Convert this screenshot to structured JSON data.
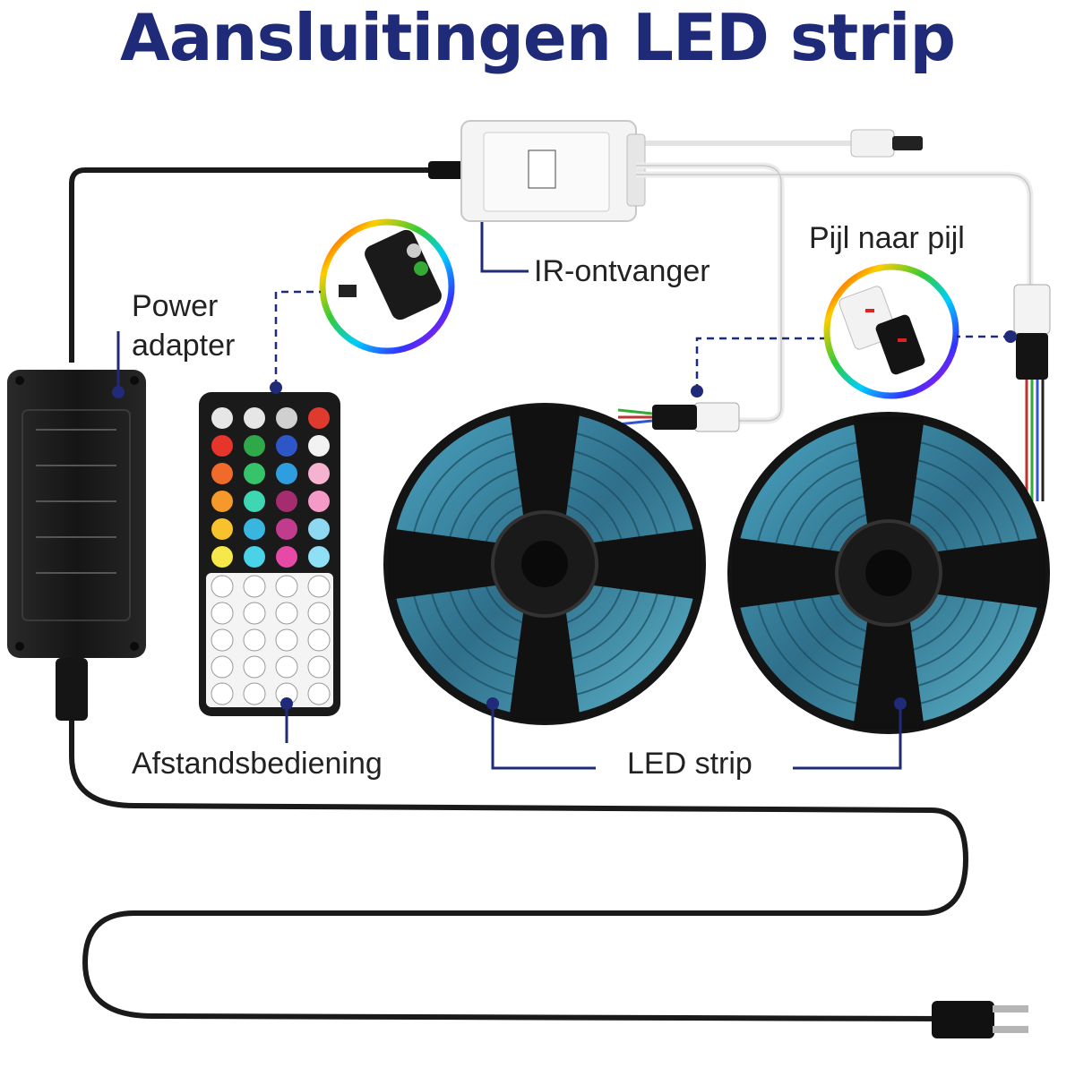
{
  "title": "Aansluitingen LED strip",
  "labels": {
    "ir_receiver": "IR-ontvanger",
    "arrow_to_arrow": "Pijl naar pijl",
    "power_adapter_line1": "Power",
    "power_adapter_line2": "adapter",
    "remote": "Afstandsbediening",
    "led_strip": "LED strip"
  },
  "colors": {
    "title": "#1f2a78",
    "accent": "#1f2a78",
    "label_text": "#222222",
    "cable": "#1a1a1a",
    "white_cable": "#ececec",
    "strip_led": "#3d8ea8",
    "reel": "#1a1a1a"
  },
  "icons": [
    "ir-receiver-box-icon",
    "power-adapter-icon",
    "remote-control-icon",
    "led-reel-icon",
    "power-plug-icon",
    "connector-zoom-icon"
  ]
}
